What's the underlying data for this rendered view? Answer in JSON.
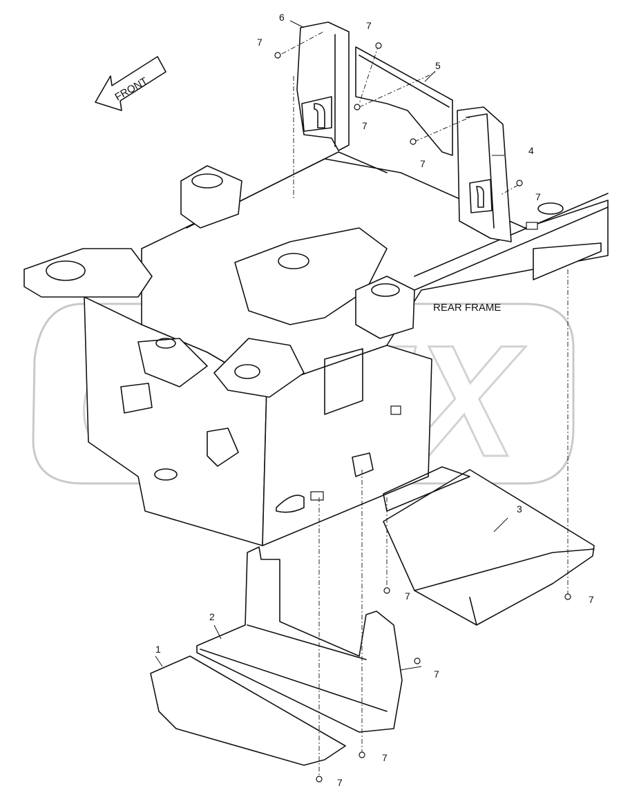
{
  "diagram": {
    "front_label": "FRONT",
    "frame_label": "REAR FRAME",
    "watermark": "OPEX",
    "callouts": {
      "c1": "1",
      "c2": "2",
      "c3": "3",
      "c4": "4",
      "c5": "5",
      "c6": "6",
      "f1": "7",
      "f2": "7",
      "f3": "7",
      "f4": "7",
      "f5": "7",
      "f6": "7",
      "f7": "7",
      "f8": "7",
      "f9": "7",
      "f10": "7"
    }
  }
}
